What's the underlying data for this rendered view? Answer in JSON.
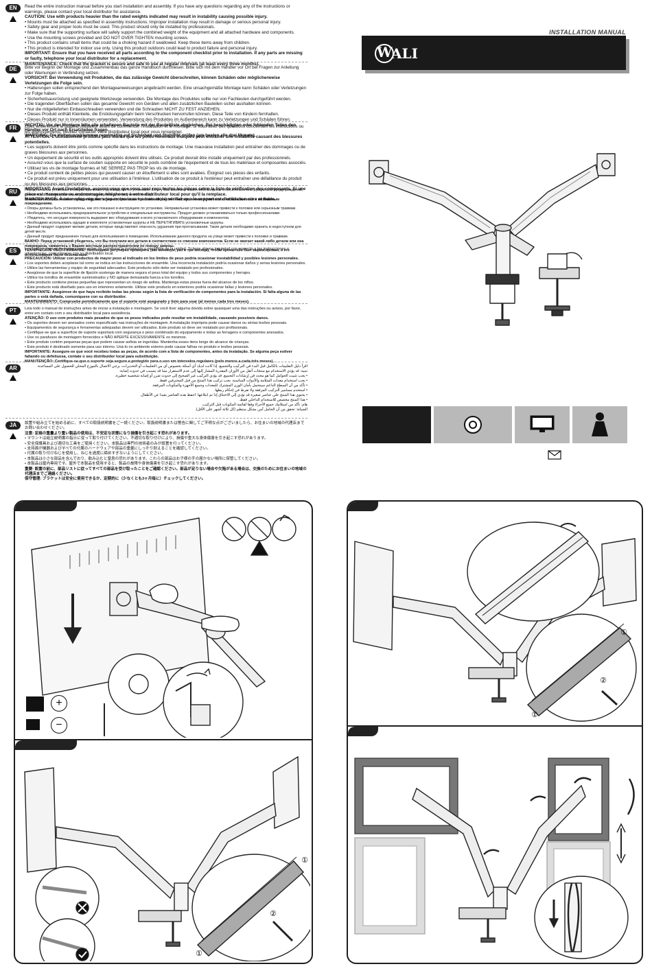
{
  "header": {
    "manual_title": "INSTALLATION MANUAL",
    "brand": "ALI",
    "brand_initial": "W"
  },
  "languages": [
    {
      "code": "EN",
      "paragraphs": [
        "Read the entire instruction manual before you start installation and assembly. If you have any questions regarding any of the instructions or warnings, please contact your local distributor for assistance.",
        "CAUTION: Use with products heavier than the rated weights indicated may result in instability causing possible injury.",
        "• Mounts must be attached as specified in assembly instructions. Improper installation may result in damage or serious personal injury.",
        "• Safety gear and proper tools must be used. This product should only be installed by professionals.",
        "• Make sure that the supporting surface will safely support the combined weight of the equipment and all attached hardware and components.",
        "• Use the mounting screws provided and DO NOT OVER TIGHTEN mounting screws.",
        "• This product contains small items that could be a choking hazard if swallowed. Keep these items away from children.",
        "• This product is intended for indoor use only. Using this product outdoors could lead to product failure and personal injury.",
        "IMPORTANT: Ensure that you have received all parts according to the component checklist prior to installation. If any parts are missing or faulty, telephone your local distributor for a replacement.",
        "MAINTENANCE: Check that the bracket is secure and safe to use at regular intervals (at least every three months)."
      ]
    },
    {
      "code": "DE",
      "paragraphs": [
        "Bitte vor Beginn der Montage und Zusammenbau das ganze Handbuch durchlesen. Bitte sich mit dem Händler vor Ort bei Fragen zur Anleitung oder Warnungen in Verbindung setzen.",
        "VORSICHT: Bei Verwendung mit Produkten, die das zulässige Gewicht überschreiten, können Schäden oder möglicherweise Verletzungen die Folge sein.",
        "• Halterungen sollen entsprechend den Montageanweisungen angebracht werden. Eine unsachgemäße Montage kann Schäden oder Verletzungen zur Folge haben.",
        "• Sicherheitsausrüstung und geeignete Werkzeuge verwenden. Die Montage des Produktes sollte nur von Fachleuten durchgeführt werden.",
        "• Die tragenden Oberflächen sollen das gesamte Gewicht von Geräten und allen zusätzlichen Bauteilen sicher aushalten können.",
        "• Nur die mitgelieferten Einbauschrauben verwenden und die Schrauben NICHT ZU FEST ANZIEHEN.",
        "• Dieses Produkt enthält Kleinteile, die Erstickungsgefahr beim Verschlucken hervorrufen können. Diese Teile von Kindern fernhalten.",
        "• Dieses Produkt nur in Innenräumen verwenden. Verwendung des Produktes im Außenbereich kann zu Verletzungen und Schäden führen.",
        "WICHTIG: Vor der Montage bitte alle erhaltenen Bauteile mit der Bauteilliste abgleichen. Bei beschädigten oder fehlenden Teilen den Händler vor Ort nach Ersatzteilen fragen.",
        "WARTUNG: Die Halterungsklemmer regelmäßig auf Sicherheit und Stabilität prüfen (am besten alle drei Monate)."
      ]
    },
    {
      "code": "FR",
      "paragraphs": [
        "Lisez entièrement le guide d'utilisateur avant de commencer l'installation et le montage. Si vous avez des questions concernant les instructions ou les avertissements, veuillez contacter votre distributeur local pour vous renseigner.",
        "ATTENTION: L'utilisation de produits plus lourds que les poids nominaux indiqués peut entraîner une instabilité causant des blessures potentielles.",
        "• Les supports doivent être joints comme spécifié dans les instructions de montage. Une mauvaise installation peut entraîner des dommages ou de graves blessures aux personnes.",
        "• Un équipement de sécurité et les outils appropriés doivent être utilisés. Ce produit devrait être installé uniquement par des professionnels.",
        "• Assurez-vous que la surface de soutien supporte en sécurité le poids combiné de l'équipement et de tous les matériaux et composantes associés.",
        "• Utilisez les vis de montage fournies et NE SERREZ PAS TROP les vis de montage.",
        "• Ce produit contient de petites pièces qui peuvent causer un étouffement si elles sont avalées. Éloignez ces pièces des enfants.",
        "• Ce produit est prévu uniquement pour une utilisation à l'intérieur. L'utilisation de ce produit à l'extérieur peut entraîner une défaillance du produit ou des blessures aux personnes.",
        "IMPORTANT: Avant l'installation, assurez-vous que vous avez reçu toutes les pièces selon la liste de vérification des composants. Si une pièce est manquante ou endommagée, téléphonez à votre distributeur local pour qu'il la remplace.",
        "MAINTENANCE: À intervalles réguliers (au moins tous les trois mois) vérifiez que le support est d'utilisation sûre et fiable."
      ]
    },
    {
      "code": "RU",
      "paragraphs": [
        "Перед началом установки и сборки прочитайте руководство по установке. Если у Вас возникли какие-либо вопросы относительно инструкций или предупреждений, свяжитесь с Вашим локальным распространителем для получения помощи.",
        "Внимание: Использование продуктов, вес которых превышает указанный рассчетный вес, может привести к нестабильности и возможным повреждениям.",
        "• Опоры должны быть установлены, как это показано в инструкциях по установке. Неправильная установка может привести к поломке или серьезным травмам.",
        "• Необходимо использовать предохранительное устройство и специальные инструменты. Продукт должен устанавливаться только профессионалами.",
        "• Убедитесь, что несущая поверхность выдержит вес оборудования и всего установочного оборудования и компонентов.",
        "• Необходимо использовать идущие в комплекте установочные шурупы и НЕ ПЕРЕТЯГИВАТЬ установочные шурупы.",
        "• Данный продукт содержит мелкие детали, которые представляют опасность удушения при проглатывании. Такие детали необходимо хранить в недоступном для детей месте.",
        "• Данный продукт предназначен только для использования в помещении. Использование данного продукта на улице может привести к поломке и травмам.",
        "ВАЖНО: Перед установкой убедитесь, что Вы получили все детали в соответствии со списком компонентов. Если не хватает какой-либо детали или она повреждена, свяжитесь с Вашим местным распространителем по поводу замены.",
        "ТЕХНИЧЕСКОЕ ОБСЛУЖИВАНИЕ: Необходимо регулярно проверять (как минимум, раз в три месяца), чтобы кронштейн был зафиксирован, и его использование было безопасным."
      ]
    },
    {
      "code": "ES",
      "paragraphs": [
        "Lea todo el manual de instrucciones antes de comenzar la instalación y ensamble de la unidad. Si tiene alguna inquietud con respecto a las instrucciones o advertencias, comuníquese con su distribuidor local.",
        "PRECAUCIÓN: Utilizar con productos de mayor peso al indicado en los límites de peso podría ocasionar inestabilidad y posibles lesiones personales.",
        "• Los soportes deben acoplarse tal como se indica en las instrucciones de ensamble. Una incorrecta instalación podría ocasionar daños y serias lesiones personales.",
        "• Utilice las herramientas y equipo de seguridad adecuados. Este producto sólo debe ser instalado por profesionales.",
        "• Asegúrese de que la superficie de fijación sostenga de manera segura el peso total del equipo y todos sus componentes y herrajes.",
        "• Utilice los tornillos de ensamble suministrados y NO aplique demasiada fuerza a los tornillos.",
        "• Este producto contiene piezas pequeñas que representan un riesgo de asfixia. Mantenga estas piezas fuera del alcance de los niños.",
        "• Este producto está diseñado para uso en interiores solamente. Utilizar este producto en exteriores podría ocasionar fallas y lesiones personales.",
        "IMPORTANTE: Asegúrese de que haya recibido todas las piezas según la lista de verificación de componentes para la instalación. Si falta alguna de las partes o está dañada, comuníquese con su distribuidor.",
        "MANTENIMIENTO: Compruebe periódicamente que el soporte esté asegurado y listo para usar (al menos cada tres meses)."
      ]
    },
    {
      "code": "PT",
      "paragraphs": [
        "Leia todo o manual de instruções antes de iniciar a instalação e montagem. Se você tiver alguma dúvida sobre quaisquer uma das instruções ou avisos, por favor, entre em contato com o seu distribuidor local para assistência.",
        "ATENÇÃO: O uso com produtos mais pesados do que os pesos indicados pode resultar em instabilidade, causando possíveis danos.",
        "• Os suportes devem ser anexados como especificado nas instruções de montagem. A instalação imprópria pode causar danos ou sérias lesões pessoais.",
        "• Equipamentos de segurança e ferramentas adequadas devem ser utilizados. Este produto só deve ser instalado por profissionais.",
        "• Certifique-se que a superfície de suporte suportará com segurança o peso combinado do equipamento e todas as ferragens e componentes anexados.",
        "• Use os parafusos de montagem fornecidos e NÃO APERTE EXCESSIVAMENTE os mesmos.",
        "• Este produto contém pequenas peças que podem causar asfixia se ingeridas. Mantenha esses itens longe do alcance de crianças.",
        "• Este produto é destinado somente para uso interno. Usá-lo no ambiente externo pode causar falhas no produto e lesões pessoais.",
        "IMPORTANTE: Assegure-se que você recebeu todas as peças, de acordo com a lista de componentes, antes da instalação. Se alguma peça estiver faltando ou defeituosa, contate o seu distribuidor local para substituição.",
        "MANUTENÇÃO: Certifique-se que o suporte seja seguro e protegido para o uso em intervalos regulares (pelo menos a cada três meses)."
      ]
    },
    {
      "code": "AR",
      "paragraphs": [
        "اقرأ دليل التعليمات بالكامل قبل البدء في التركيب والتجميع. إذا كانت لديك أي أسئلة بخصوص أي من التعليمات أو التحذيرات، يرجى الاتصال بالموزع المحلي للحصول على المساعدة.",
        "تنبيه: قد يؤدي الاستخدام مع منتجات أثقل من الأوزان المقدرة المشار إليها إلى عدم الاستقرار مما قد يتسبب في حدوث إصابة.",
        "• يجب تثبيت الحوامل كما هو محدد في إرشادات التجميع. قد يؤدي التركيب غير الصحيح إلى حدوث ضرر أو إصابة شخصية خطيرة.",
        "• يجب استخدام معدات السلامة والأدوات المناسبة. يجب تركيب هذا المنتج من قبل المحترفين فقط.",
        "• تأكد من أن السطح الداعم سيتحمل بأمان الوزن المشترك للمعدات وجميع الأجهزة والمكونات المرفقة.",
        "• استخدم مسامير التركيب المرفقة ولا تفرط في إحكام ربطها.",
        "• يحتوي هذا المنتج على عناصر صغيرة قد تؤدي إلى الاختناق إذا تم ابتلاعها. احفظ هذه العناصر بعيدا عن الأطفال.",
        "• هذا المنتج مخصص للاستخدام الداخلي فقط.",
        "هام: تأكد من استلامك جميع الأجزاء وفقا لقائمة المكونات قبل التركيب.",
        "الصيانة: تحقق من أن الحامل آمن بشكل منتظم (كل ثلاثة أشهر على الأقل)."
      ]
    },
    {
      "code": "JA",
      "paragraphs": [
        "設置や組み立てを始める前に、すべての取扱説明書をご一読ください。取扱説明書または警告に関してご不明な点がございましたら、お住まいの地域の代理店までお問い合わせください。",
        "注意: 定格の重量より重い製品の使用は、不安定な状態になり損傷を引き起こす恐れがあります。",
        "• マウントは組立説明書の指示に従って取り付けてください。不適切な取り付けにより、損傷や重大な身体傷害を引き起こす恐れがあります。",
        "• 安全保護具および適切な工具をご使用ください。本製品は専門の技術者のみが設置を行ってください。",
        "• 支持面が機器およびすべての付属のハードウェアや部品の重量にしっかり耐えることを確認してください。",
        "• 付属の取り付けねじを使用し、ねじを過度に締めすぎないようにしてください。",
        "• 本製品は小さな部品を含んでおり、飲み込むと窒息の恐れがあります。これらの部品はお子様の手の届かない場所に保管してください。",
        "• 本製品は屋内専用です。屋外で本製品を使用すると、製品の故障や身体傷害を引き起こす恐れがあります。",
        "重要: 設置の前に、部品リストに従ってすべての部品を受け取ったことをご確認ください。部品が足りない場合や欠陥がある場合は、交換のためにお住まいの地域の代理店までご連絡ください。",
        "保守管理: ブラケットは安全に使用できるか、定期的に（少なくとも3ヶ月毎に）チェックしてください。"
      ]
    }
  ],
  "steps": [
    {
      "id": "step-1"
    },
    {
      "id": "step-2"
    },
    {
      "id": "step-3"
    },
    {
      "id": "step-4"
    }
  ],
  "symbols": {
    "plus": "+",
    "minus": "−",
    "circled_1": "①",
    "circled_2": "②"
  },
  "colors": {
    "dark": "#1a1a1a",
    "gray_box": "#b9b9b9",
    "line": "#222222"
  }
}
